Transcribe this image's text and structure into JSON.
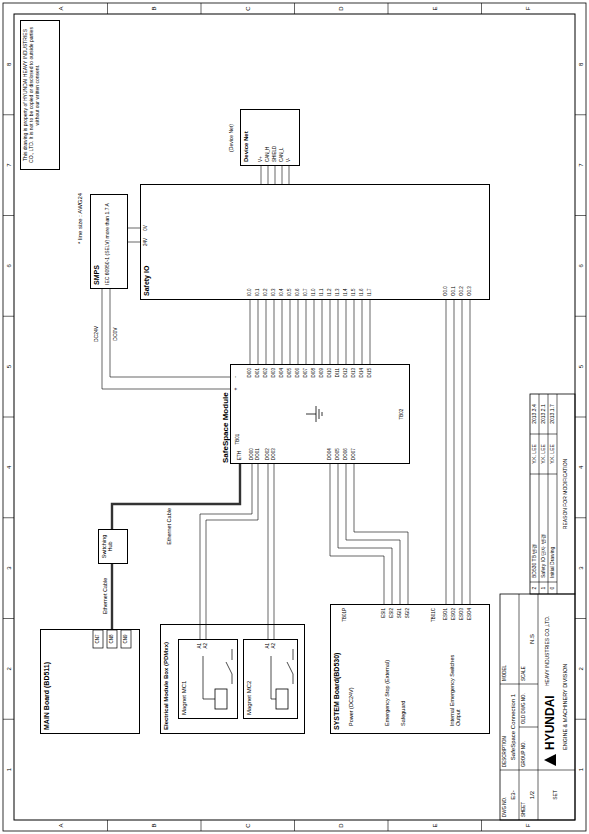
{
  "diagram": {
    "nodes": [
      {
        "text": [
          "This drawing is property of HYUNDAI HEAVY INDUSTRIES CO., LTD. It is not to be copied or disclosed to outside parties without our written consent."
        ]
      },
      {
        "text": [
          "SMPS",
          "IEC 60950-1 (SELV) more than 1.7 A"
        ]
      },
      {
        "text": [
          "Safety IO"
        ]
      },
      {
        "text": [
          "Device Net"
        ]
      },
      {
        "text": [
          "SafeSpace Module"
        ]
      },
      {
        "text": [
          "Switching Hub"
        ]
      },
      {
        "text": [
          "MAIN Board (BD511)"
        ]
      },
      {
        "text": [
          "Electrical Module Box (PDMxx)"
        ]
      },
      {
        "text": [
          "Magnet MC1"
        ],
        "in": 7
      },
      {
        "text": [
          "Magnet MC2"
        ],
        "in": 7
      },
      {
        "text": [
          "SYSTEM Board(BD530)"
        ]
      }
    ],
    "edges": [
      {
        "from": 1,
        "to": 4,
        "arrow": "none"
      },
      {
        "from": 1,
        "to": 2,
        "arrow": "none"
      },
      {
        "from": 3,
        "to": 2,
        "arrow": "none"
      },
      {
        "from": 2,
        "to": 4,
        "arrow": "none"
      },
      {
        "from": 2,
        "to": 10,
        "arrow": "none"
      },
      {
        "from": 4,
        "to": 5,
        "arrow": "none"
      },
      {
        "from": 5,
        "to": 6,
        "arrow": "none"
      },
      {
        "from": 4,
        "to": 8,
        "arrow": "none"
      },
      {
        "from": 4,
        "to": 9,
        "arrow": "none"
      },
      {
        "from": 4,
        "to": 10,
        "arrow": "none"
      }
    ],
    "labels": [
      "A",
      "B",
      "C",
      "D",
      "E",
      "F",
      "A",
      "B",
      "C",
      "D",
      "E",
      "F",
      "1",
      "2",
      "3",
      "4",
      "5",
      "6",
      "7",
      "8",
      "1",
      "2",
      "3",
      "4",
      "5",
      "6",
      "7",
      "8",
      "* line size : AWG24",
      "DC24V",
      "DC0V",
      "V+",
      "CAN_H",
      "SHIELD",
      "CAN_L",
      "V-",
      "(Device Net)",
      "I0.0",
      "I0.1",
      "I0.2",
      "I0.3",
      "I0.4",
      "I0.5",
      "I0.6",
      "I0.7",
      "I1.0",
      "I1.1",
      "I1.2",
      "I1.3",
      "I1.4",
      "I1.5",
      "I1.6",
      "I1.7",
      "O0.0",
      "O0.1",
      "O0.2",
      "O0.3",
      "24V",
      "0V",
      "DI00",
      "DI01",
      "DI02",
      "DI03",
      "DI04",
      "DI05",
      "DI06",
      "DI07",
      "DI08",
      "DI09",
      "DI10",
      "DI11",
      "DI12",
      "DI13",
      "DI14",
      "DI15",
      "ETH",
      "DO00",
      "DO01",
      "DO02",
      "DO03",
      "+",
      "-",
      "DO04",
      "DO05",
      "DO06",
      "DO07",
      "TB01",
      "TB02",
      "Ethernet Cable",
      "Ethernet Cable",
      "CN7",
      "CN8",
      "CN9",
      "A1",
      "A2",
      "A1",
      "A2",
      "Power (DC24V)",
      "Emergency Stop (External)",
      "Safeguard",
      "Internal Emergency Switches Output",
      "ESI1",
      "ESI2",
      "SGI1",
      "SGI2",
      "ESO1",
      "ESO2",
      "ESO3",
      "ESO4",
      "TB01P",
      "TB01C",
      "DWG NO.",
      "E3-",
      "SHEET",
      "1/2",
      "SET",
      "DESCRIPTION",
      "SafeSpace Connection 1",
      "MODEL",
      "N.S",
      "SCALE",
      "GROUP NO.",
      "OLD DWG NO.",
      "HYUNDAI",
      "HEAVY INDUSTRIES CO.,LTD.",
      "ENGINE & MACHINERY DIVISION",
      "2",
      "BD530 TB 변경",
      "Y.K. LEE",
      "2013.3.4",
      "1",
      "Safety IO 단자 변경",
      "Y.K. LEE",
      "2013.2.1",
      "0",
      "Initial Drawing",
      "Y.K. LEE",
      "2013.1.7",
      "REASON FOR MODIFICATION"
    ]
  }
}
